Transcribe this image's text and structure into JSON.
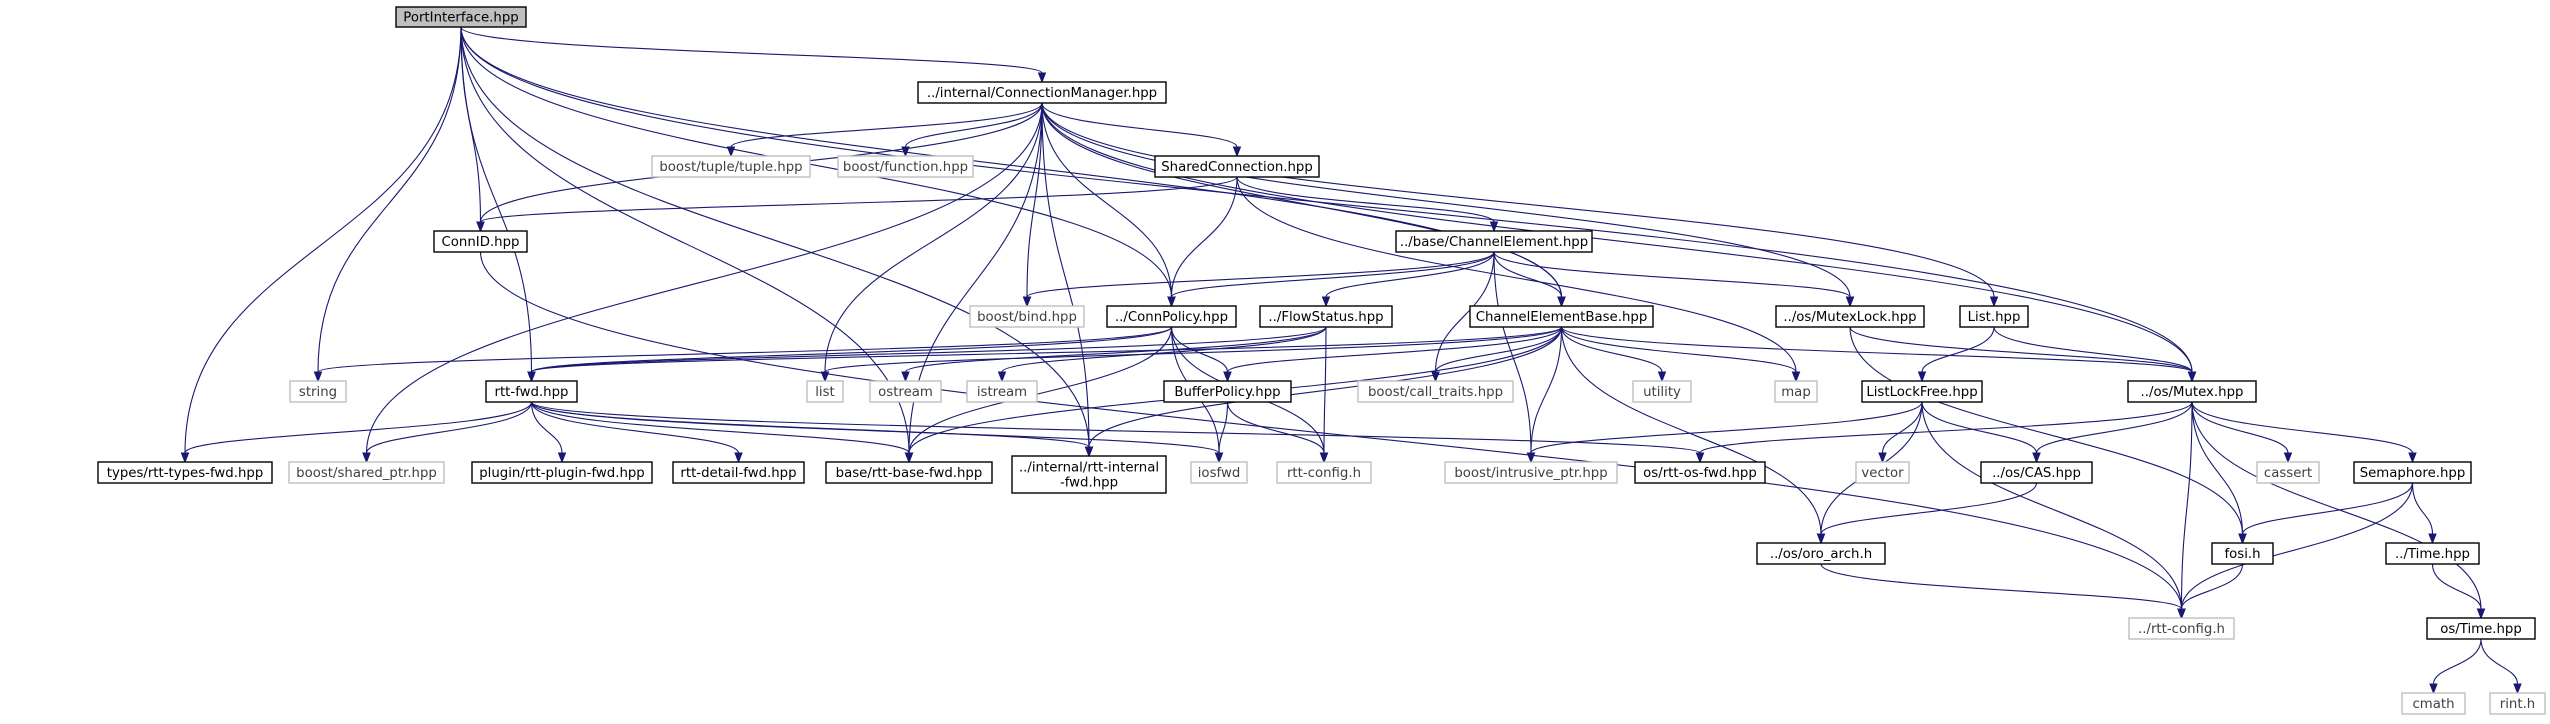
{
  "diagram": {
    "colors": {
      "edge": "#191970",
      "box_border": "#000000",
      "ghost_border": "#bfbfbf",
      "root_fill": "#bfbfbf",
      "box_fill": "#ffffff"
    },
    "nodes": [
      {
        "id": "root",
        "label": "PortInterface.hpp",
        "style": "root"
      },
      {
        "id": "cm",
        "label": "../internal/ConnectionManager.hpp",
        "style": "box"
      },
      {
        "id": "string",
        "label": "string",
        "style": "ghost"
      },
      {
        "id": "connid",
        "label": "ConnID.hpp",
        "style": "box"
      },
      {
        "id": "rttfwd",
        "label": "rtt-fwd.hpp",
        "style": "box"
      },
      {
        "id": "typesfwd",
        "label": "types/rtt-types-fwd.hpp",
        "style": "box"
      },
      {
        "id": "tuple",
        "label": "boost/tuple/tuple.hpp",
        "style": "ghost"
      },
      {
        "id": "function",
        "label": "boost/function.hpp",
        "style": "ghost"
      },
      {
        "id": "sharedconn",
        "label": "SharedConnection.hpp",
        "style": "box"
      },
      {
        "id": "chanelem",
        "label": "../base/ChannelElement.hpp",
        "style": "box"
      },
      {
        "id": "bind",
        "label": "boost/bind.hpp",
        "style": "ghost"
      },
      {
        "id": "connpolicy",
        "label": "../ConnPolicy.hpp",
        "style": "box"
      },
      {
        "id": "flowstatus",
        "label": "../FlowStatus.hpp",
        "style": "box"
      },
      {
        "id": "chanbase",
        "label": "ChannelElementBase.hpp",
        "style": "box"
      },
      {
        "id": "mutexlock",
        "label": "../os/MutexLock.hpp",
        "style": "box"
      },
      {
        "id": "listhpp",
        "label": "List.hpp",
        "style": "box"
      },
      {
        "id": "list",
        "label": "list",
        "style": "ghost"
      },
      {
        "id": "ostream",
        "label": "ostream",
        "style": "ghost"
      },
      {
        "id": "istream",
        "label": "istream",
        "style": "ghost"
      },
      {
        "id": "bufferpolicy",
        "label": "BufferPolicy.hpp",
        "style": "box"
      },
      {
        "id": "calltraits",
        "label": "boost/call_traits.hpp",
        "style": "ghost"
      },
      {
        "id": "utility",
        "label": "utility",
        "style": "ghost"
      },
      {
        "id": "map",
        "label": "map",
        "style": "ghost"
      },
      {
        "id": "listlockfree",
        "label": "ListLockFree.hpp",
        "style": "box"
      },
      {
        "id": "mutex",
        "label": "../os/Mutex.hpp",
        "style": "box"
      },
      {
        "id": "sharedptr",
        "label": "boost/shared_ptr.hpp",
        "style": "ghost"
      },
      {
        "id": "pluginfwd",
        "label": "plugin/rtt-plugin-fwd.hpp",
        "style": "box"
      },
      {
        "id": "detailfwd",
        "label": "rtt-detail-fwd.hpp",
        "style": "box"
      },
      {
        "id": "basefwd",
        "label": "base/rtt-base-fwd.hpp",
        "style": "box"
      },
      {
        "id": "internalfwd",
        "label": "../internal/rtt-internal\n-fwd.hpp",
        "style": "box"
      },
      {
        "id": "iosfwd",
        "label": "iosfwd",
        "style": "ghost"
      },
      {
        "id": "rttconfigh",
        "label": "rtt-config.h",
        "style": "ghost"
      },
      {
        "id": "intrusive",
        "label": "boost/intrusive_ptr.hpp",
        "style": "ghost"
      },
      {
        "id": "osfwd",
        "label": "os/rtt-os-fwd.hpp",
        "style": "box"
      },
      {
        "id": "vector",
        "label": "vector",
        "style": "ghost"
      },
      {
        "id": "cas",
        "label": "../os/CAS.hpp",
        "style": "box"
      },
      {
        "id": "cassert",
        "label": "cassert",
        "style": "ghost"
      },
      {
        "id": "semaphore",
        "label": "Semaphore.hpp",
        "style": "box"
      },
      {
        "id": "oroarch",
        "label": "../os/oro_arch.h",
        "style": "box"
      },
      {
        "id": "fosi",
        "label": "fosi.h",
        "style": "box"
      },
      {
        "id": "timehpp",
        "label": "../Time.hpp",
        "style": "box"
      },
      {
        "id": "ostime",
        "label": "os/Time.hpp",
        "style": "box"
      },
      {
        "id": "rttconfig2",
        "label": "../rtt-config.h",
        "style": "ghost"
      },
      {
        "id": "cmath",
        "label": "cmath",
        "style": "ghost"
      },
      {
        "id": "rinth",
        "label": "rint.h",
        "style": "ghost"
      }
    ]
  }
}
